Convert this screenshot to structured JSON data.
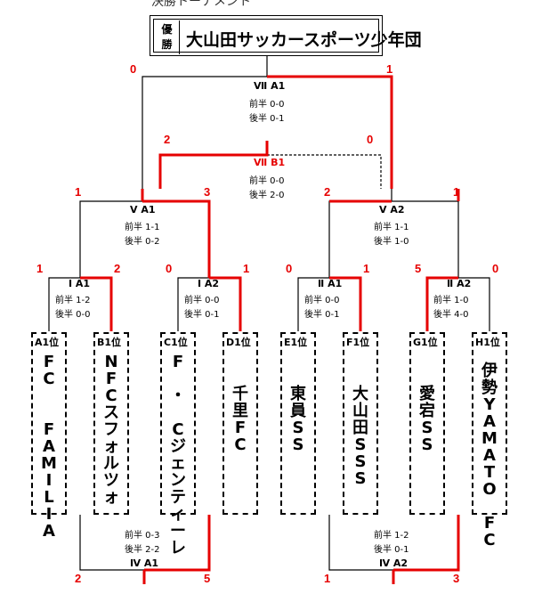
{
  "header": {
    "top_text": "決勝トーナメント",
    "champion_label": "優\n勝",
    "winner": "大山田サッカースポーツ少年団"
  },
  "teams": [
    {
      "pos": "A1位",
      "name": "FC\n\nFAMILIA"
    },
    {
      "pos": "B1位",
      "name": "NFCスフォルツォ"
    },
    {
      "pos": "C1位",
      "name": "F\n・\nCジェンティーレ"
    },
    {
      "pos": "D1位",
      "name": "千里FC"
    },
    {
      "pos": "E1位",
      "name": "東員SS"
    },
    {
      "pos": "F1位",
      "name": "大山田SSS"
    },
    {
      "pos": "G1位",
      "name": "愛宕SS"
    },
    {
      "pos": "H1位",
      "name": "伊勢YAMATO\nFC"
    }
  ],
  "matches": {
    "r1_1": {
      "label": "Ⅰ  A1",
      "h1": "前半  1-2",
      "h2": "後半  0-0",
      "s_left": "1",
      "s_right": "2"
    },
    "r1_2": {
      "label": "Ⅰ  A2",
      "h1": "前半  0-0",
      "h2": "後半  0-1",
      "s_left": "0",
      "s_right": "1"
    },
    "r1_3": {
      "label": "Ⅱ  A1",
      "h1": "前半  0-0",
      "h2": "後半  0-1",
      "s_left": "0",
      "s_right": "1"
    },
    "r1_4": {
      "label": "Ⅱ  A2",
      "h1": "前半  1-0",
      "h2": "後半  4-0",
      "s_left": "5",
      "s_right": "0"
    },
    "sf_1": {
      "label": "Ⅴ  A1",
      "h1": "前半  1-1",
      "h2": "後半  0-2",
      "s_left": "1",
      "s_right": "3"
    },
    "sf_2": {
      "label": "Ⅴ  A2",
      "h1": "前半  1-1",
      "h2": "後半  1-0",
      "s_left": "2",
      "s_right": "1"
    },
    "third": {
      "label": "Ⅶ  B1",
      "h1": "前半  0-0",
      "h2": "後半  2-0",
      "s_left": "2",
      "s_right": "0"
    },
    "final": {
      "label": "Ⅶ  A1",
      "h1": "前半  0-0",
      "h2": "後半  0-1",
      "s_left": "0",
      "s_right": "1"
    },
    "pl_1": {
      "label": "Ⅳ  A1",
      "h1": "前半  0-3",
      "h2": "後半  2-2",
      "s_left": "2",
      "s_right": "5"
    },
    "pl_2": {
      "label": "Ⅳ  A2",
      "h1": "前半  1-2",
      "h2": "後半  0-1",
      "s_left": "1",
      "s_right": "3"
    }
  },
  "colors": {
    "win_line": "#e60000",
    "line": "#000000"
  }
}
